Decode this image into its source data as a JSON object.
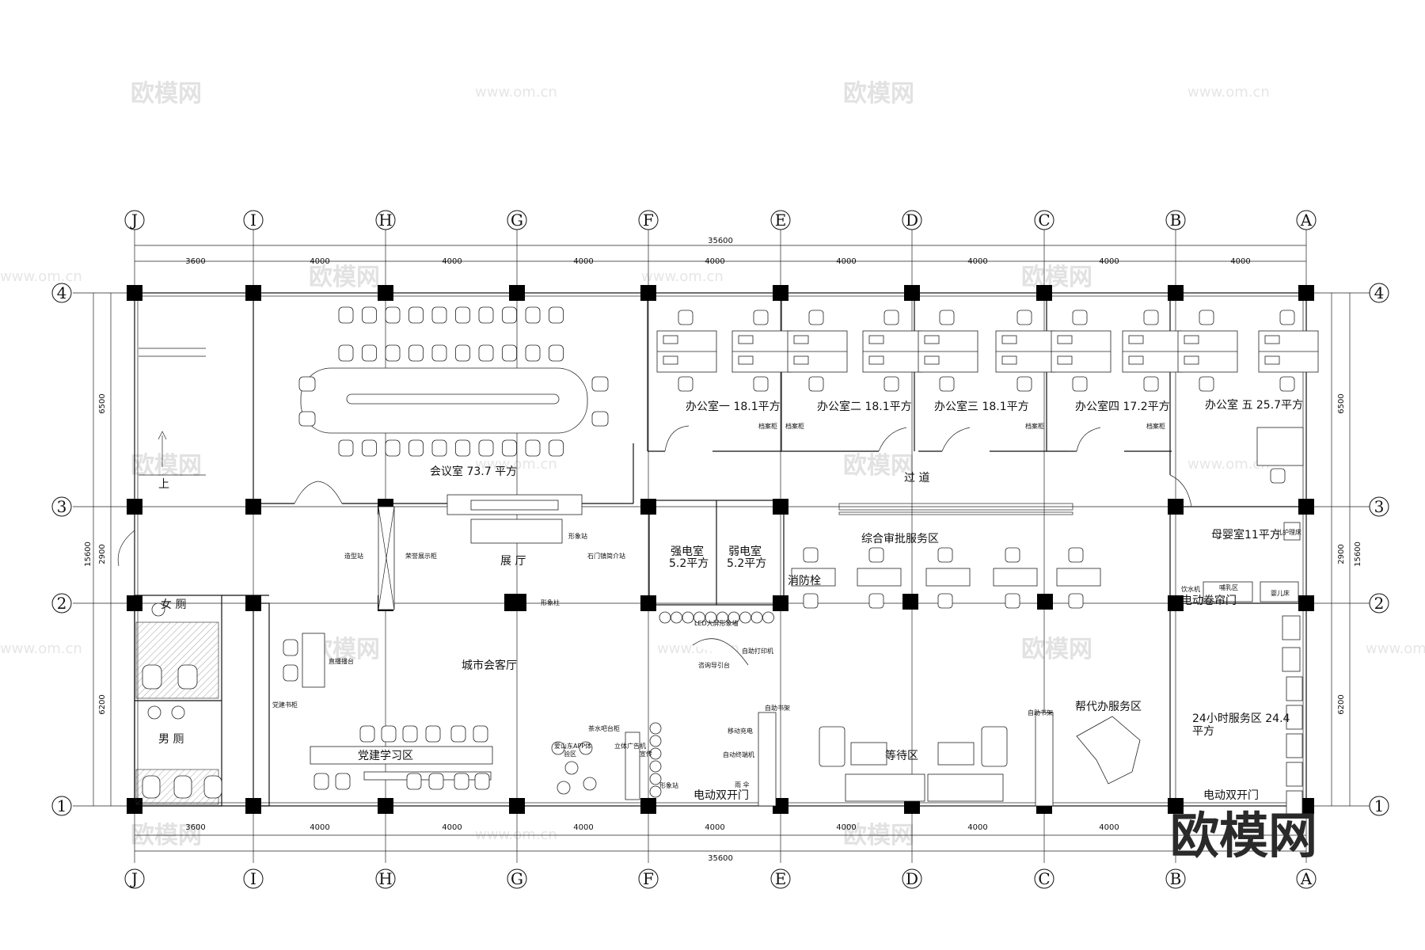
{
  "watermarks": {
    "logo": "欧模网",
    "url": "www.om.cn",
    "url_cut": "www.om.cn"
  },
  "brand_logo": "欧模网",
  "axes": {
    "columns": [
      "J",
      "I",
      "H",
      "G",
      "F",
      "E",
      "D",
      "C",
      "B",
      "A"
    ],
    "rows": [
      "4",
      "3",
      "2",
      "1"
    ]
  },
  "dimensions": {
    "top_spans": [
      "3600",
      "4000",
      "4000",
      "4000",
      "4000",
      "4000",
      "4000",
      "4000",
      "4000"
    ],
    "total": "35600",
    "left_spans": [
      "6500",
      "2900",
      "6200"
    ],
    "vertical_total": "15600"
  },
  "rooms": {
    "meeting_room": "会议室 73.7 平方",
    "office_1": "办公室一 18.1平方",
    "office_2": "办公室二 18.1平方",
    "office_3": "办公室三 18.1平方",
    "office_4": "办公室四 17.2平方",
    "office_5": "办公室 五 25.7平方",
    "corridor": "过 道",
    "exhibit_hall": "展 厅",
    "strong_power_room": "强电室",
    "strong_power_area": "5.2平方",
    "weak_power_room": "弱电室",
    "weak_power_area": "5.2平方",
    "approval_zone": "综合审批服务区",
    "fire_hydrant": "消防栓",
    "mother_baby_room": "母婴室11平方",
    "womens_wc": "女 厕",
    "mens_wc": "男 厕",
    "city_lounge": "城市会客厅",
    "party_study": "党建学习区",
    "waiting_area": "等待区",
    "agent_service": "帮代办服务区",
    "service_24h": "24小时服务区 24.4",
    "service_24h_unit": "平方",
    "stairs_up": "上"
  },
  "labels": {
    "file_cabinet": "档案柜",
    "modeling_station": "造型站",
    "honor_cabinet": "荣誉展示柜",
    "image_station": "形象站",
    "shimen_intro": "石门镇简介站",
    "image_pillar": "形象柱",
    "led_wall": "LED大屏形象墙",
    "self_print": "自助打印机",
    "guide_desk": "咨询导引台",
    "live_desk": "直播播台",
    "party_shelf": "党建书柜",
    "tea_cabinet": "茶水吧台柜",
    "app_zone_1": "爱山东APP体",
    "app_zone_2": "验区",
    "ad_machine_1": "立体广告机",
    "ad_machine_2": "宣传",
    "self_shelf": "自助书架",
    "mobile_charge": "移动充电",
    "self_umbrella": "自动终端机",
    "umbrella": "雨 伞",
    "electric_door_1": "电动双开门",
    "electric_door_2": "电动双开门",
    "electric_shutter": "电动卷帘门",
    "water_dispenser": "饮水机",
    "nursing": "哺乳区",
    "baby_bed": "婴儿床",
    "baby_care": "儿护理床"
  }
}
